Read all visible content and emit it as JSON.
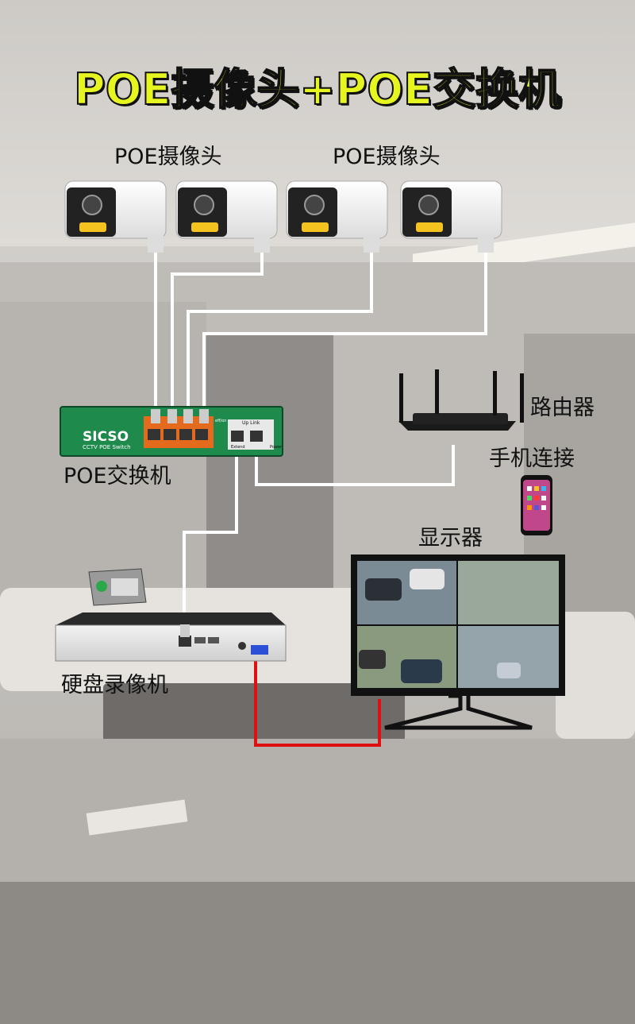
{
  "title": "POE摄像头+POE交换机",
  "labels": {
    "camera_group_left": "POE摄像头",
    "camera_group_right": "POE摄像头",
    "router": "路由器",
    "phone": "手机连接",
    "switch": "POE交换机",
    "monitor": "显示器",
    "nvr": "硬盘录像机"
  },
  "switch_panel": {
    "brand": "SICSO",
    "model": "CCTV POE Switch",
    "uplink": "Up Link",
    "extend": "Extend",
    "power": "Power",
    "eleven": "eff/on"
  },
  "colors": {
    "title_fill": "#e6f51f",
    "title_stroke": "#111111",
    "cable_white": "#ffffff",
    "cable_red": "#e01010",
    "switch_green": "#1e8a4c"
  }
}
